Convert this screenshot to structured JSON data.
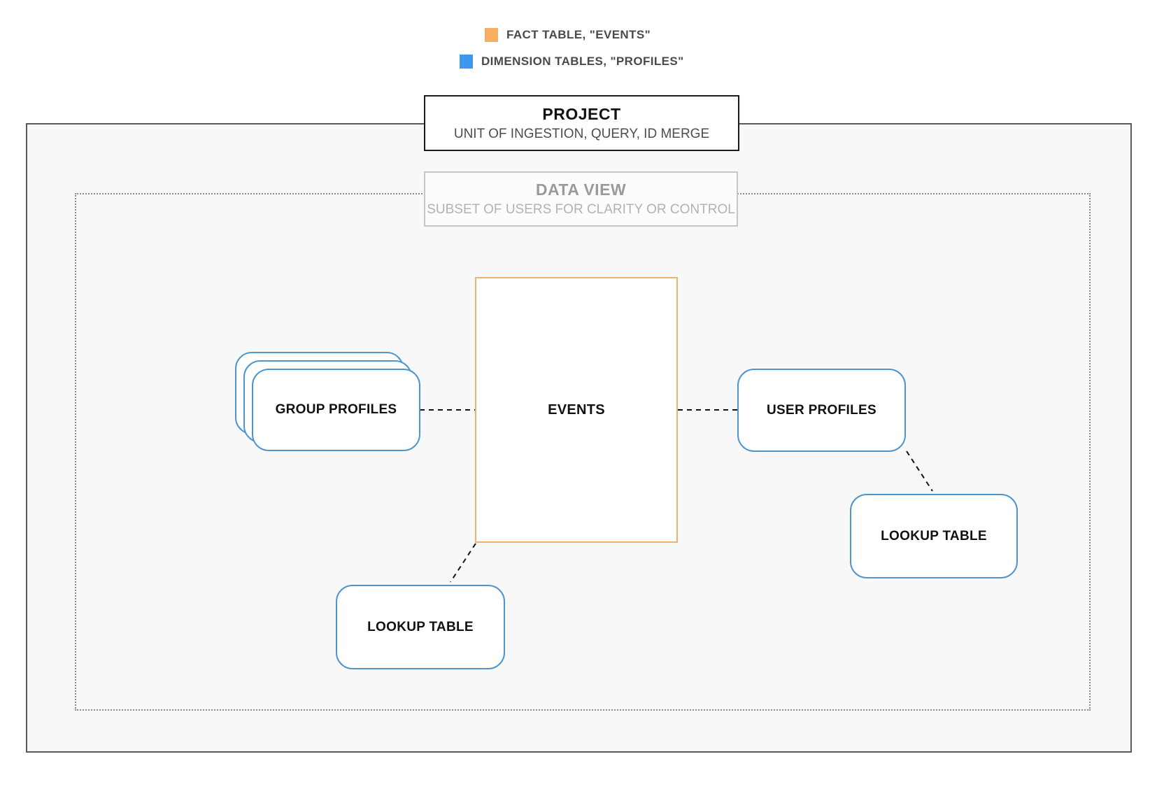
{
  "legend": {
    "items": [
      {
        "label": "FACT TABLE, \"EVENTS\"",
        "color": "#f5af5e"
      },
      {
        "label": "DIMENSION TABLES, \"PROFILES\"",
        "color": "#3e97ef"
      }
    ]
  },
  "project_box": {
    "title": "PROJECT",
    "subtitle": "UNIT OF INGESTION, QUERY, ID MERGE"
  },
  "data_view_box": {
    "title": "DATA VIEW",
    "subtitle": "SUBSET OF USERS FOR CLARITY OR CONTROL"
  },
  "nodes": {
    "events": {
      "label": "EVENTS",
      "type": "fact"
    },
    "group_profiles": {
      "label": "GROUP PROFILES",
      "type": "dimension"
    },
    "user_profiles": {
      "label": "USER PROFILES",
      "type": "dimension"
    },
    "lookup_table_bottom": {
      "label": "LOOKUP TABLE",
      "type": "dimension"
    },
    "lookup_table_right": {
      "label": "LOOKUP TABLE",
      "type": "dimension"
    }
  },
  "colors": {
    "fact_border": "#edb36a",
    "dimension_border": "#4e95d0",
    "legend_fact_swatch": "#f5af5e",
    "legend_dimension_swatch": "#3e97ef",
    "connector": "#111111",
    "container_border": "#5a5a5a",
    "container_background": "#f8f8f8"
  }
}
